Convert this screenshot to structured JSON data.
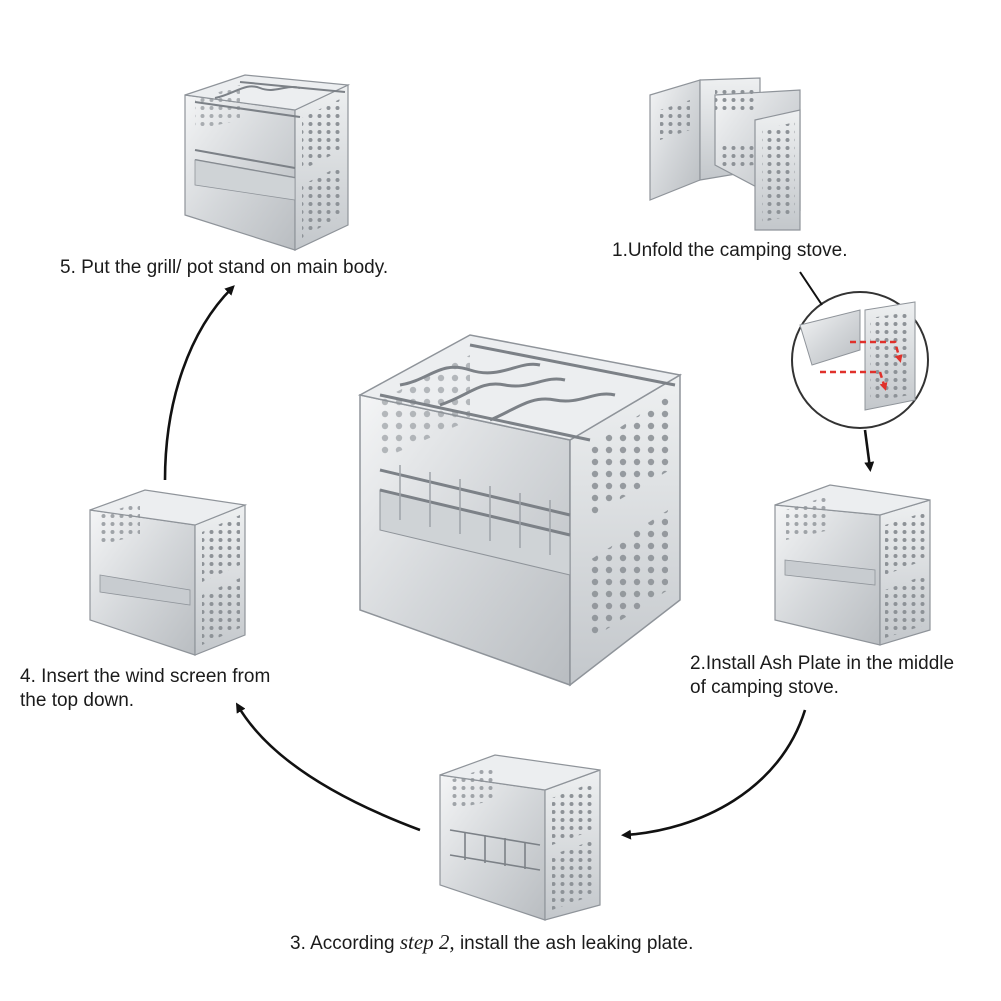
{
  "steps": [
    {
      "text": "1.Unfold the camping stove."
    },
    {
      "text": "2.Install Ash Plate in the middle",
      "text2": "of camping stove."
    },
    {
      "prefix": "3. According ",
      "emph": "step 2,",
      "suffix": " install the ash leaking plate."
    },
    {
      "text": "4. Insert the wind screen from",
      "text2": "the top down."
    },
    {
      "text": "5. Put the grill/ pot stand on main body."
    }
  ],
  "colors": {
    "steel": "#d9dbdd",
    "steel_dark": "#9ea3a8",
    "arrow": "#111111",
    "detail_arrow": "#e0312b"
  }
}
